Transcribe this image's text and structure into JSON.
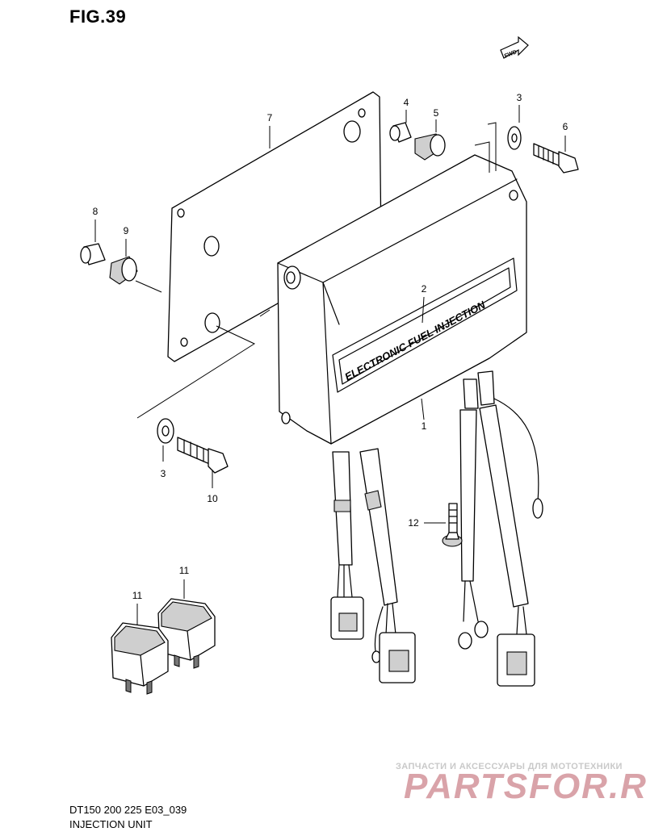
{
  "figure": {
    "title": "FIG.39",
    "fwd_label": "FWD"
  },
  "parts": {
    "p1": "1",
    "p2": "2",
    "p3a": "3",
    "p3b": "3",
    "p4": "4",
    "p5": "5",
    "p6": "6",
    "p7": "7",
    "p8": "8",
    "p9": "9",
    "p10": "10",
    "p11a": "11",
    "p11b": "11",
    "p12": "12"
  },
  "unit_plate_text": "ELECTRONIC FUEL INJECTION",
  "footer": {
    "model": "DT150 200 225 E03_039",
    "name": "INJECTION UNIT"
  },
  "watermark": {
    "tagline": "ЗАПЧАСТИ И АКСЕССУАРЫ ДЛЯ МОТОТЕХНИКИ",
    "logo": "PARTSFOR.RU"
  }
}
